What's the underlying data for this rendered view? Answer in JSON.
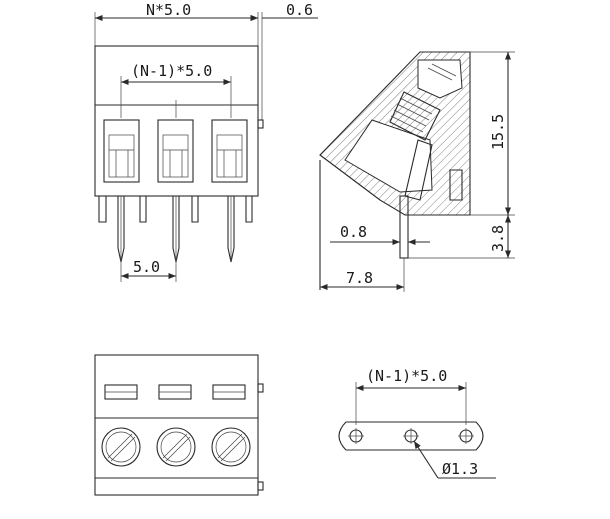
{
  "dimensions": {
    "total_width": "N*5.0",
    "edge_offset": "0.6",
    "pitch_top": "(N-1)*5.0",
    "pitch": "5.0",
    "height": "15.5",
    "pin_length": "3.8",
    "pin_width": "0.8",
    "depth": "7.8",
    "pcb_pitch": "(N-1)*5.0",
    "hole_diameter": "Ø1.3"
  },
  "colors": {
    "line": "#2a2a2a",
    "hatch": "#555555",
    "background": "#ffffff"
  },
  "views": [
    "front-view",
    "side-section-view",
    "top-view",
    "pcb-footprint-view"
  ],
  "positions_count": 3
}
